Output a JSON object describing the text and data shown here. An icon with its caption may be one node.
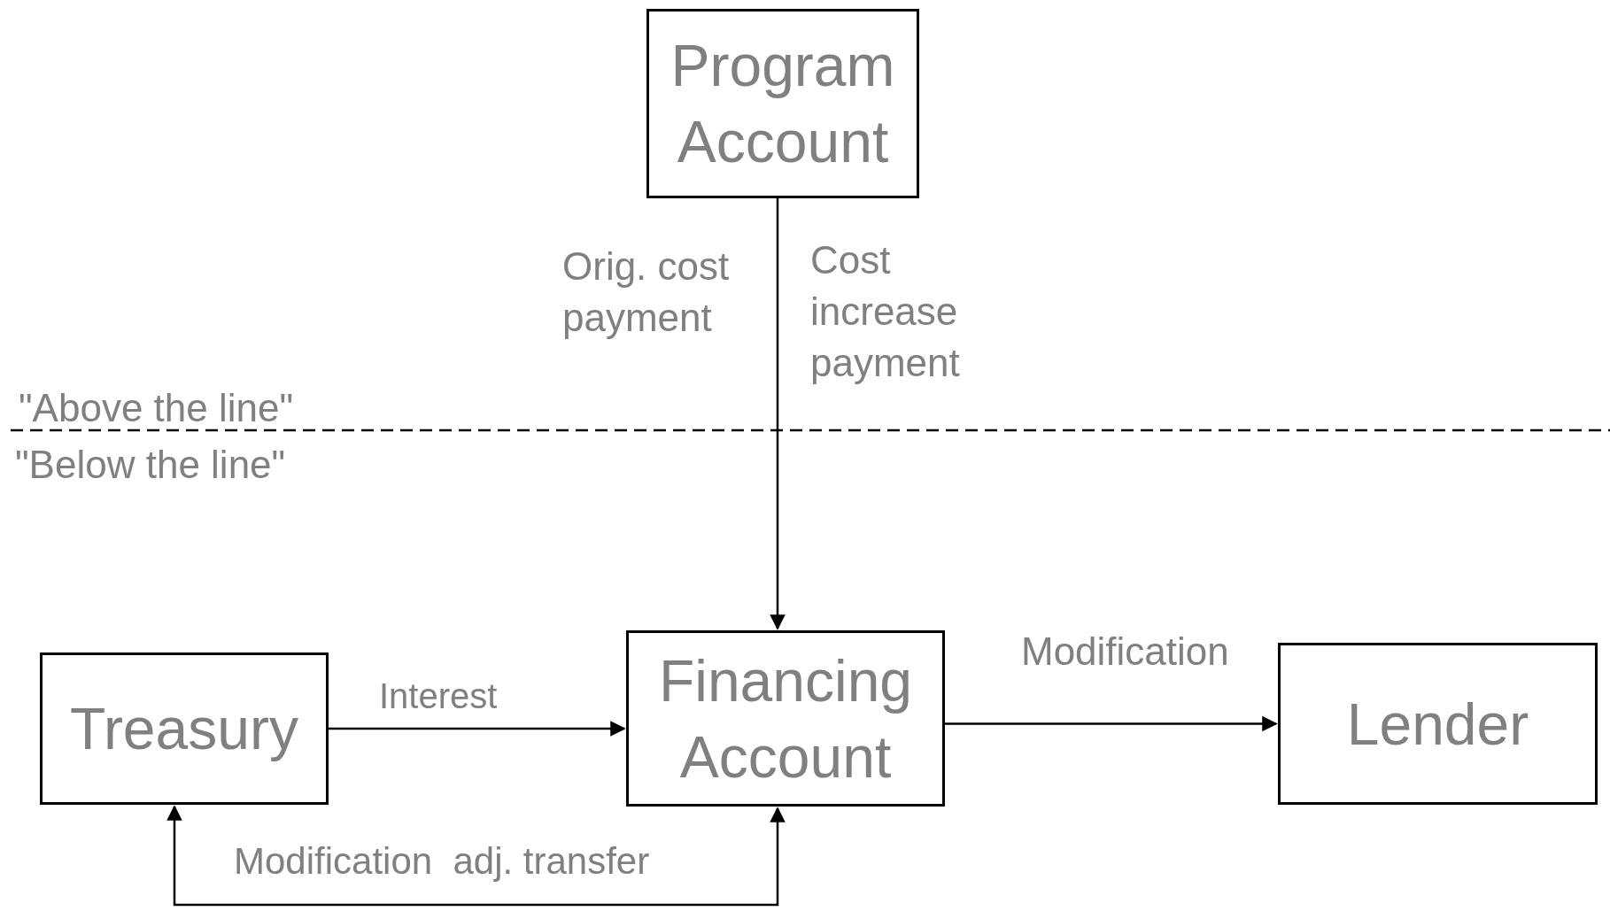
{
  "diagram": {
    "nodes": [
      {
        "text": [
          "Program Account"
        ]
      },
      {
        "text": [
          "Treasury"
        ]
      },
      {
        "text": [
          "Financing Account"
        ]
      },
      {
        "text": [
          "Lender"
        ]
      }
    ],
    "edges": [
      {
        "from": 0,
        "to": 2,
        "arrow": "to",
        "label": "Orig. cost payment"
      },
      {
        "from": 1,
        "to": 2,
        "arrow": "to",
        "label": "Interest"
      },
      {
        "from": 2,
        "to": 3,
        "arrow": "to",
        "label": "Modification"
      },
      {
        "from": 1,
        "to": 2,
        "arrow": "both",
        "label": "Modification  adj. transfer"
      }
    ],
    "labels": [
      "Cost increase payment",
      "\"Above the line\"",
      "\"Below the line\""
    ]
  }
}
